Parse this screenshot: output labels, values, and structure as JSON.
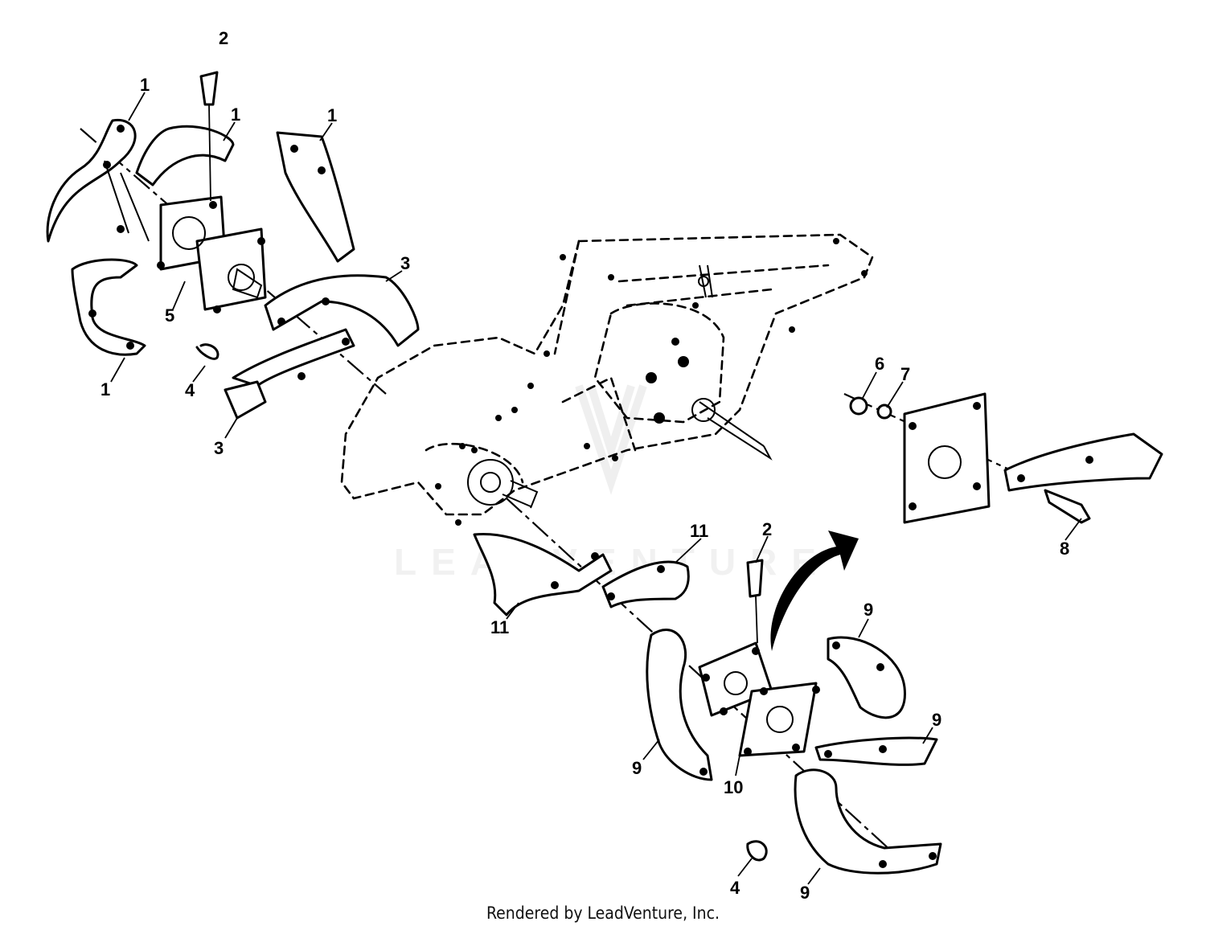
{
  "diagram": {
    "labels": [
      {
        "id": "l1a",
        "text": "1"
      },
      {
        "id": "l2a",
        "text": "2"
      },
      {
        "id": "l1b",
        "text": "1"
      },
      {
        "id": "l1c",
        "text": "1"
      },
      {
        "id": "l3a",
        "text": "3"
      },
      {
        "id": "l5",
        "text": "5"
      },
      {
        "id": "l4a",
        "text": "4"
      },
      {
        "id": "l1d",
        "text": "1"
      },
      {
        "id": "l3b",
        "text": "3"
      },
      {
        "id": "l6",
        "text": "6"
      },
      {
        "id": "l7",
        "text": "7"
      },
      {
        "id": "l8",
        "text": "8"
      },
      {
        "id": "l11a",
        "text": "11"
      },
      {
        "id": "l2b",
        "text": "2"
      },
      {
        "id": "l11b",
        "text": "11"
      },
      {
        "id": "l9a",
        "text": "9"
      },
      {
        "id": "l9b",
        "text": "9"
      },
      {
        "id": "l9c",
        "text": "9"
      },
      {
        "id": "l10",
        "text": "10"
      },
      {
        "id": "l4b",
        "text": "4"
      },
      {
        "id": "l9d",
        "text": "9"
      }
    ],
    "watermark": "LEADVENTURE"
  },
  "footer": {
    "credit": "Rendered by LeadVenture, Inc."
  }
}
